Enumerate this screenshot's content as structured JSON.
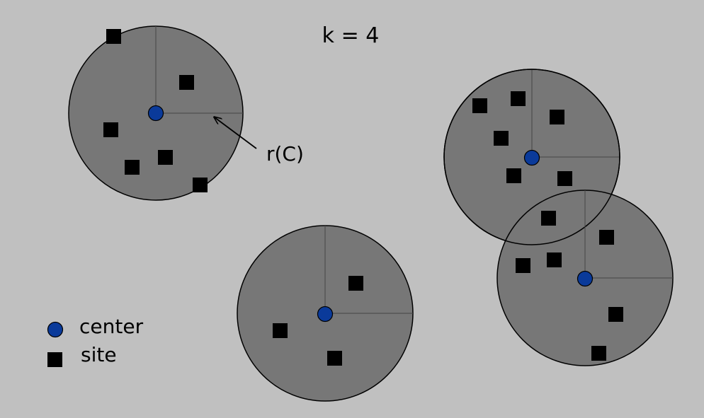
{
  "title": "k = 4",
  "radius_label": "r(C)",
  "legend": {
    "center_label": "center",
    "site_label": "site"
  },
  "colors": {
    "background": "#c0c0c0",
    "cluster_fill": "#777777",
    "center": "#0a3a9a",
    "site": "#000000"
  }
}
